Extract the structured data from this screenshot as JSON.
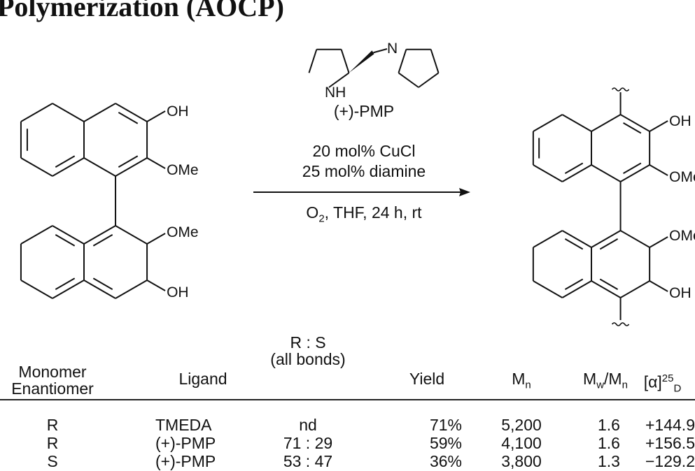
{
  "title": "Polymerization (AOCP)",
  "reaction": {
    "ligand_name": "(+)-PMP",
    "conditions_line1": "20 mol% CuCl",
    "conditions_line2": "25 mol% diamine",
    "conditions_line3_o": "O",
    "conditions_line3_sub": "2",
    "conditions_line3_rest": ", THF, 24 h, rt",
    "atom_labels": {
      "oh": "OH",
      "ome": "OMe",
      "n": "N",
      "nh": "NH"
    }
  },
  "table": {
    "headers": {
      "monomer": [
        "Monomer",
        "Enantiomer"
      ],
      "ligand": "Ligand",
      "rs": [
        "R : S",
        "(all bonds)"
      ],
      "yield": "Yield",
      "mn_main": "M",
      "mn_sub": "n",
      "mwmn_m1": "M",
      "mwmn_sub1": "w",
      "mwmn_slash": "/M",
      "mwmn_sub2": "n",
      "alpha_main": "[α]",
      "alpha_sup": "25",
      "alpha_sub": "D"
    },
    "rows": [
      {
        "monomer": "R",
        "ligand": "TMEDA",
        "rs": "nd",
        "yield": "71%",
        "mn": "5,200",
        "mwmn": "1.6",
        "alpha": "+144.9"
      },
      {
        "monomer": "R",
        "ligand": "(+)-PMP",
        "rs": "71 : 29",
        "yield": "59%",
        "mn": "4,100",
        "mwmn": "1.6",
        "alpha": "+156.5"
      },
      {
        "monomer": "S",
        "ligand": "(+)-PMP",
        "rs": "53 : 47",
        "yield": "36%",
        "mn": "3,800",
        "mwmn": "1.3",
        "alpha": "−129.2"
      }
    ]
  }
}
